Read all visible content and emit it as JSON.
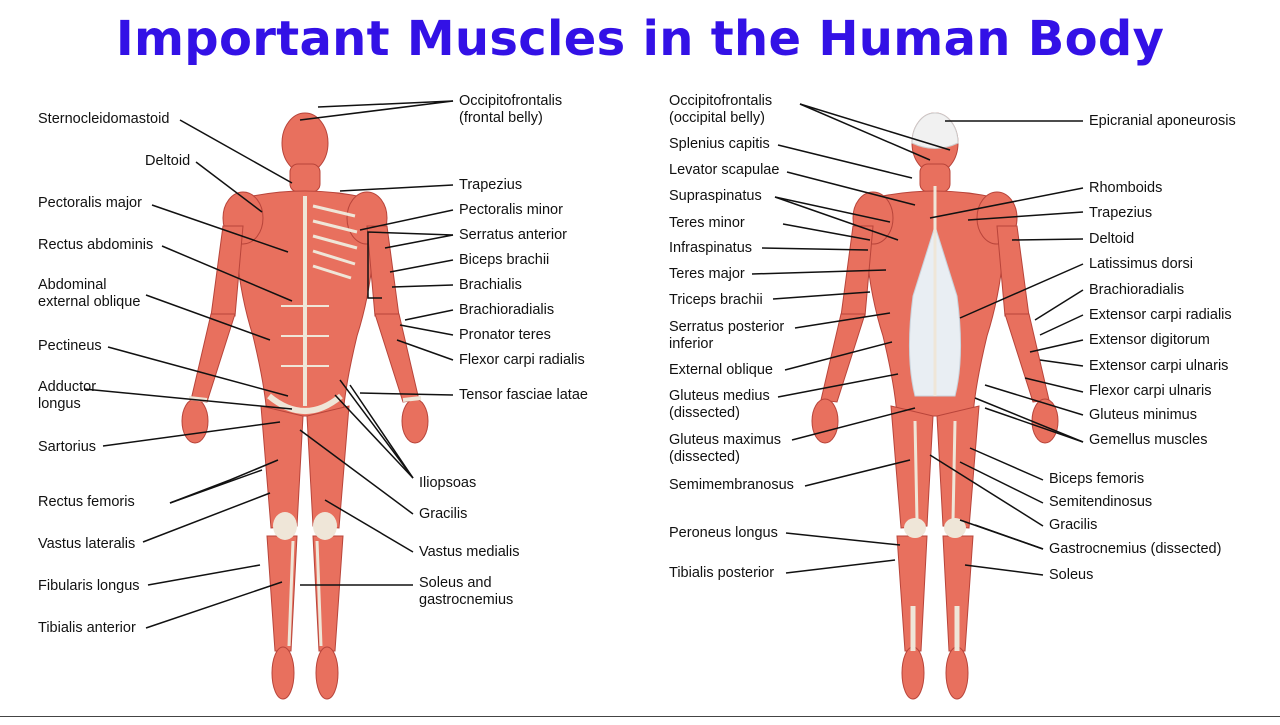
{
  "title": "Important Muscles in the Human Body",
  "colors": {
    "title": "#3311e6",
    "muscle": "#e8705e",
    "muscle_dark": "#c9483b",
    "tendon": "#efe6d8",
    "skull": "#f1f1f1",
    "leader_line": "#111111"
  },
  "anterior_labels": {
    "sternocleidomastoid": "Sternocleidomastoid",
    "deltoid": "Deltoid",
    "pectoralis_major": "Pectoralis major",
    "rectus_abdominis": "Rectus abdominis",
    "abdominal_external_oblique": "Abdominal\nexternal oblique",
    "pectineus": "Pectineus",
    "adductor_longus": "Adductor\nlongus",
    "sartorius": "Sartorius",
    "rectus_femoris": "Rectus femoris",
    "vastus_lateralis": "Vastus lateralis",
    "fibularis_longus": "Fibularis longus",
    "tibialis_anterior": "Tibialis anterior",
    "occipitofrontalis_frontal": "Occipitofrontalis\n(frontal belly)",
    "trapezius": "Trapezius",
    "pectoralis_minor": "Pectoralis minor",
    "serratus_anterior": "Serratus anterior",
    "biceps_brachii": "Biceps brachii",
    "brachialis": "Brachialis",
    "brachioradialis": "Brachioradialis",
    "pronator_teres": "Pronator teres",
    "flexor_carpi_radialis": "Flexor carpi radialis",
    "tensor_fasciae_latae": "Tensor fasciae latae",
    "iliopsoas": "Iliopsoas",
    "gracilis": "Gracilis",
    "vastus_medialis": "Vastus medialis",
    "soleus_gastrocnemius": "Soleus and\ngastrocnemius"
  },
  "posterior_labels": {
    "occipitofrontalis_occipital": "Occipitofrontalis\n(occipital belly)",
    "splenius_capitis": "Splenius capitis",
    "levator_scapulae": "Levator scapulae",
    "supraspinatus": "Supraspinatus",
    "teres_minor": "Teres minor",
    "infraspinatus": "Infraspinatus",
    "teres_major": "Teres major",
    "triceps_brachii": "Triceps brachii",
    "serratus_posterior_inferior": "Serratus posterior\ninferior",
    "external_oblique": "External oblique",
    "gluteus_medius": "Gluteus medius\n(dissected)",
    "gluteus_maximus": "Gluteus maximus\n(dissected)",
    "semimembranosus": "Semimembranosus",
    "peroneus_longus": "Peroneus longus",
    "tibialis_posterior": "Tibialis posterior",
    "epicranial_aponeurosis": "Epicranial aponeurosis",
    "rhomboids": "Rhomboids",
    "trapezius": "Trapezius",
    "deltoid": "Deltoid",
    "latissimus_dorsi": "Latissimus dorsi",
    "brachioradialis": "Brachioradialis",
    "extensor_carpi_radialis": "Extensor carpi radialis",
    "extensor_digitorum": "Extensor digitorum",
    "extensor_carpi_ulnaris": "Extensor carpi ulnaris",
    "flexor_carpi_ulnaris": "Flexor carpi ulnaris",
    "gluteus_minimus": "Gluteus minimus",
    "gemellus_muscles": "Gemellus muscles",
    "biceps_femoris": "Biceps femoris",
    "semitendinosus": "Semitendinosus",
    "gracilis": "Gracilis",
    "gastrocnemius_dissected": "Gastrocnemius (dissected)",
    "soleus": "Soleus"
  }
}
